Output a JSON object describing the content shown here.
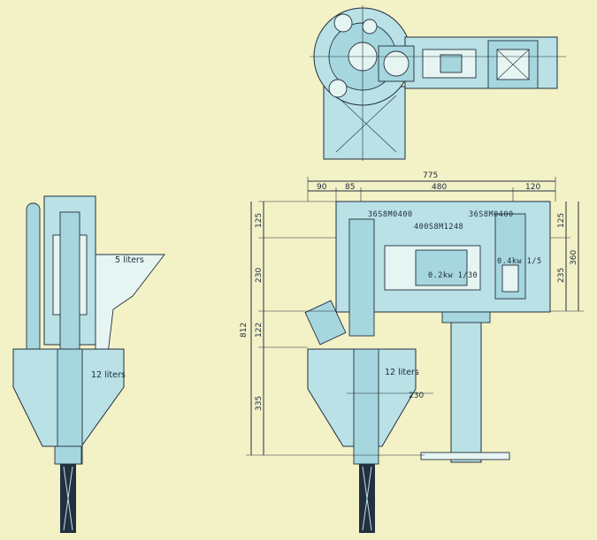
{
  "drawing": {
    "left_view": {
      "hopper_small_label": "5 liters",
      "hopper_large_label": "12 liters"
    },
    "right_view": {
      "hopper_label": "12 liters",
      "part_a": "36S8M0400",
      "part_b": "36S8M0400",
      "belt": "400S8M1248",
      "motor": "0.2kw 1/30",
      "reducer": "0.4kw 1/5"
    },
    "dimensions": {
      "overall_width": "775",
      "seg_90": "90",
      "seg_85": "85",
      "seg_480": "480",
      "seg_120": "120",
      "h_125_left": "125",
      "h_230": "230",
      "h_122": "122",
      "h_335": "335",
      "total_812": "812",
      "h_125_right": "125",
      "h_235": "235",
      "h_360": "360",
      "inner_230": "230"
    },
    "colors": {
      "paper": "#f3f1c6",
      "body_fill": "#b9e1e6",
      "line": "#22303f"
    }
  }
}
